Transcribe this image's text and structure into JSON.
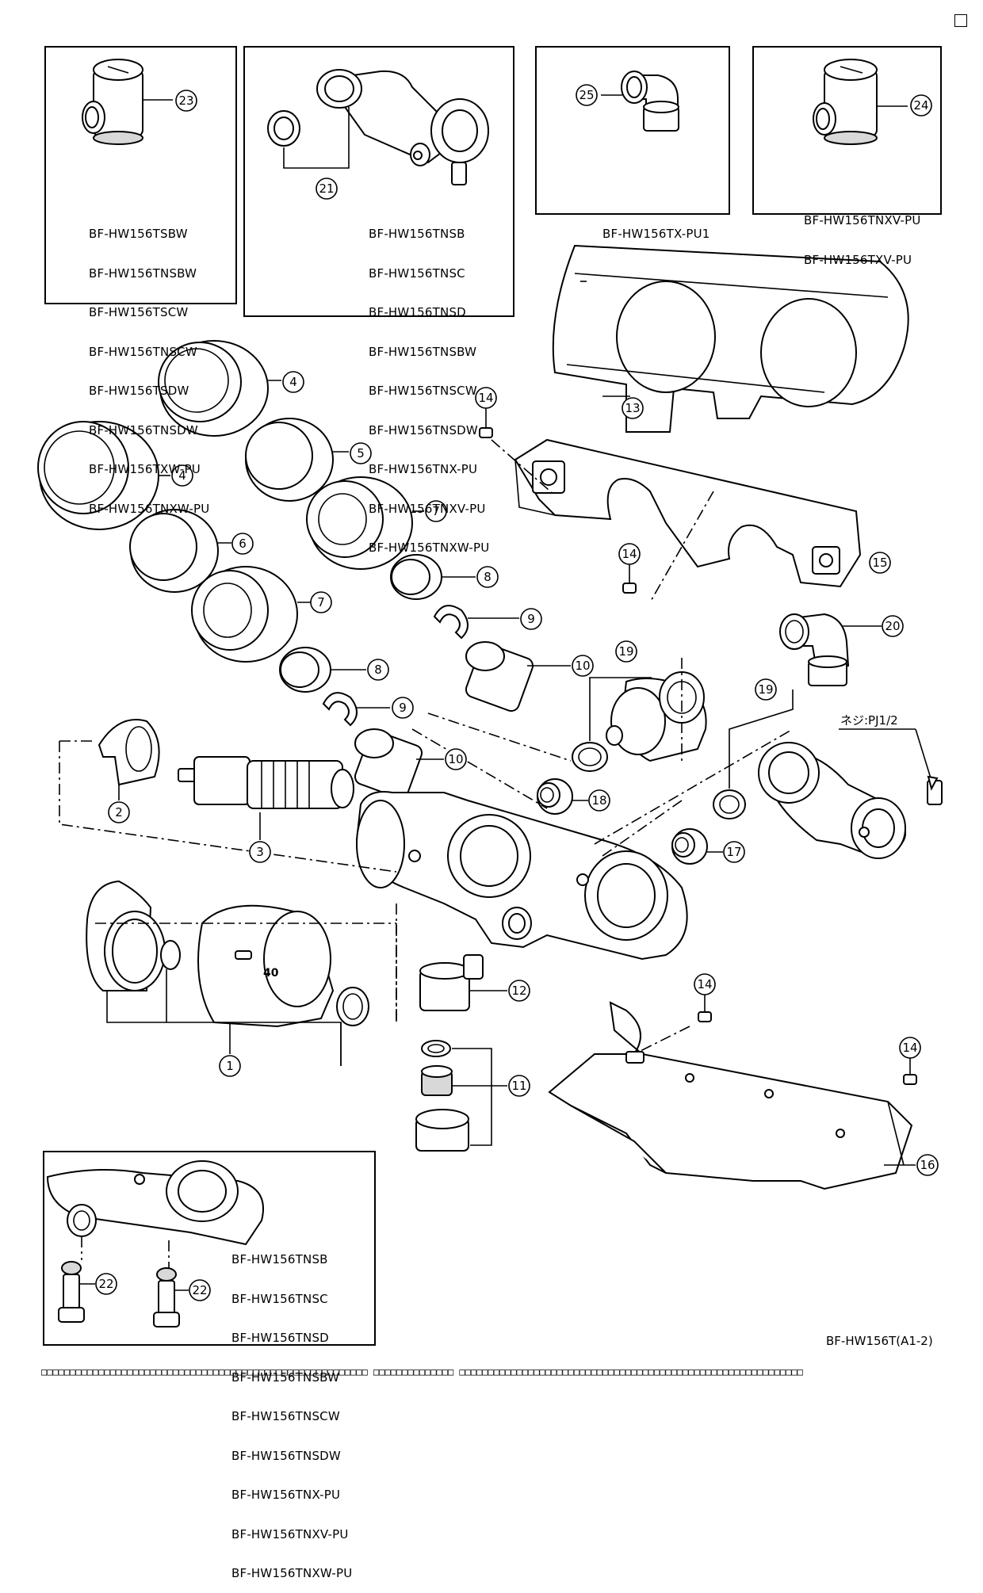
{
  "page": {
    "code": "BF-HW156T(A1-2)",
    "corner_mark": "□",
    "footer_text": "□□□□□□□□□□□□□□□□□□□□□□□□□□□□□□□□□□□□□□□□□□□□□□□□□□□□□□□□□ □□□□□□□□□□□□□□ □□□□□□□□□□□□□□□□□□□□□□□□□□□□□□□□□□□□□□□□□□□□□□□□□□□□□□□□□□□□"
  },
  "inset_boxes": {
    "box_23": {
      "part_no": "23",
      "models": [
        "BF-HW156TSBW",
        "BF-HW156TNSBW",
        "BF-HW156TSCW",
        "BF-HW156TNSCW",
        "BF-HW156TSDW",
        "BF-HW156TNSDW",
        "BF-HW156TXW-PU",
        "BF-HW156TNXW-PU"
      ]
    },
    "box_21": {
      "part_no": "21",
      "models": [
        "BF-HW156TNSB",
        "BF-HW156TNSC",
        "BF-HW156TNSD",
        "BF-HW156TNSBW",
        "BF-HW156TNSCW",
        "BF-HW156TNSDW",
        "BF-HW156TNX-PU",
        "BF-HW156TNXV-PU",
        "BF-HW156TNXW-PU"
      ]
    },
    "box_25": {
      "part_no": "25",
      "models": [
        "BF-HW156TX-PU1"
      ]
    },
    "box_24": {
      "part_no": "24",
      "models": [
        "BF-HW156TNXV-PU",
        "BF-HW156TXV-PU"
      ]
    },
    "box_22": {
      "part_no": "22",
      "models": [
        "BF-HW156TNSB",
        "BF-HW156TNSC",
        "BF-HW156TNSD",
        "BF-HW156TNSBW",
        "BF-HW156TNSCW",
        "BF-HW156TNSDW",
        "BF-HW156TNX-PU",
        "BF-HW156TNXV-PU",
        "BF-HW156TNXW-PU"
      ]
    }
  },
  "annotations": {
    "thread_note": "ネジ:PJ1/2",
    "dial_marking": "40"
  },
  "callouts": [
    "1",
    "2",
    "3",
    "4",
    "4",
    "5",
    "6",
    "7",
    "7",
    "8",
    "8",
    "9",
    "9",
    "10",
    "10",
    "11",
    "12",
    "13",
    "14",
    "14",
    "14",
    "14",
    "15",
    "16",
    "17",
    "18",
    "19",
    "19",
    "20",
    "21",
    "22",
    "22",
    "23",
    "24",
    "25"
  ],
  "colors": {
    "line": "#000000",
    "fill": "#ffffff",
    "shade": "#d0d0d0"
  }
}
